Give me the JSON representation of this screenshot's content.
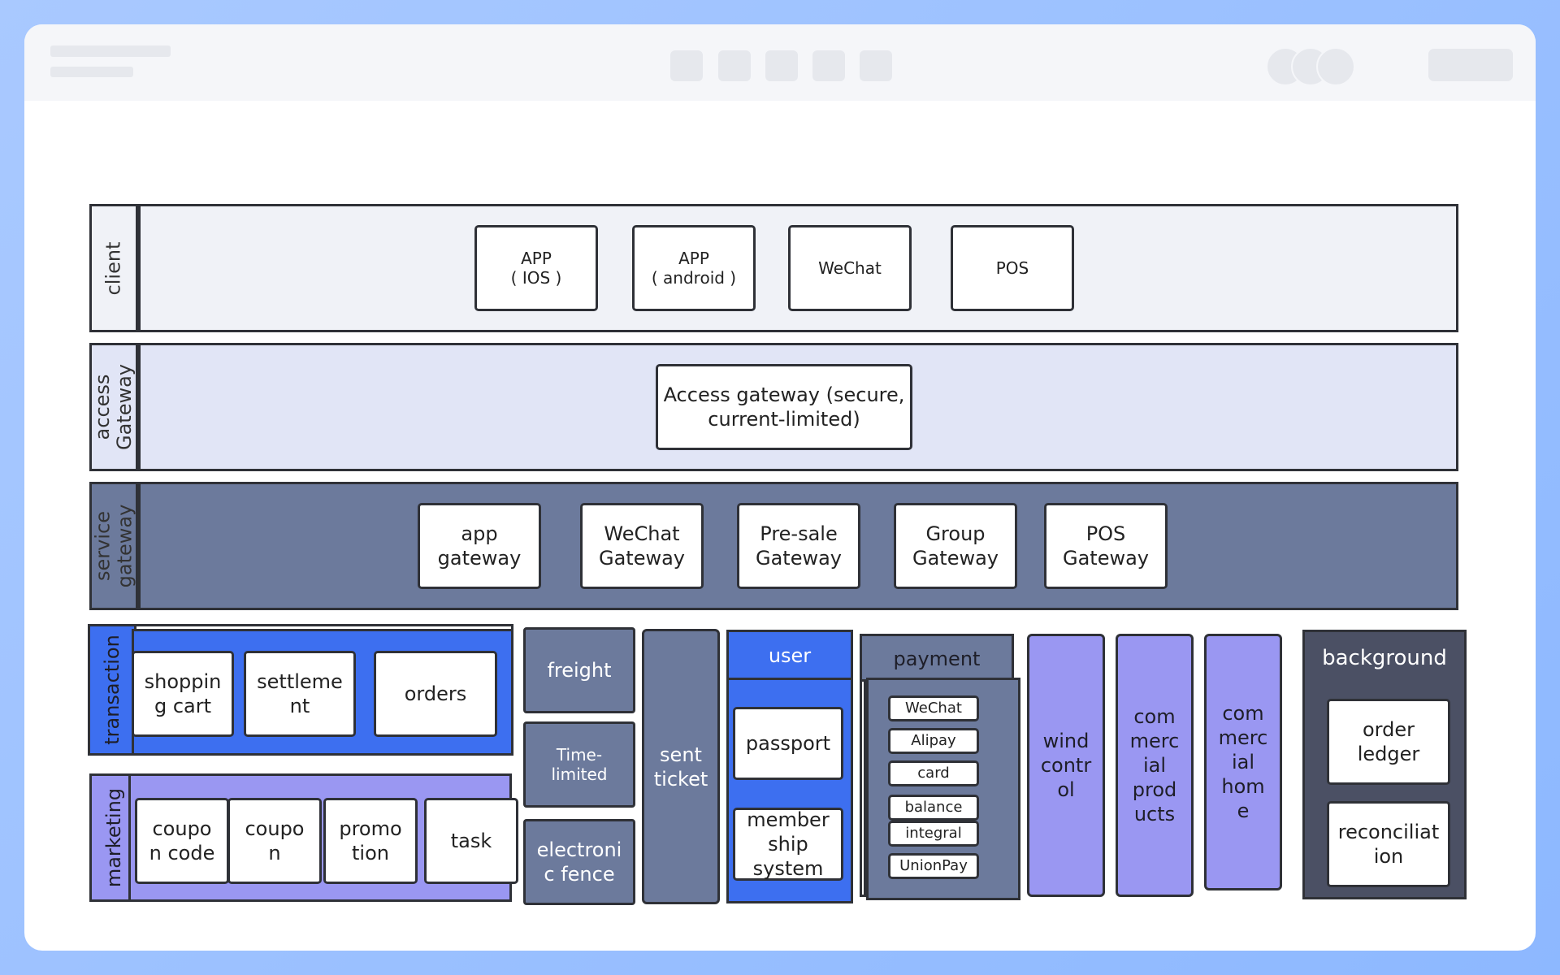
{
  "colors": {
    "frame": "#8db8ff",
    "client_lane": "#f0f2f7",
    "access_lane": "#e1e5f6",
    "service_lane": "#6c7a9c",
    "transaction": "#3d6ff0",
    "marketing": "#9a97f2",
    "slate": "#6c7a9c",
    "purple": "#9a97f2",
    "background_module": "#4b5064",
    "border": "#2f3137"
  },
  "lanes": {
    "client": {
      "label": "client",
      "items": [
        "APP\n( IOS )",
        "APP\n( android )",
        "WeChat",
        "POS"
      ]
    },
    "access": {
      "label": "access\nGateway",
      "items": [
        "Access gateway (secure,\ncurrent-limited)"
      ]
    },
    "service": {
      "label": "service\ngateway",
      "items": [
        "app\ngateway",
        "WeChat\nGateway",
        "Pre-sale\nGateway",
        "Group\nGateway",
        "POS\nGateway"
      ]
    }
  },
  "transaction": {
    "label": "transaction",
    "items": [
      "shoppin\ng cart",
      "settleme\nnt",
      "orders"
    ]
  },
  "marketing": {
    "label": "marketing",
    "items": [
      "coupo\nn code",
      "coupo\nn",
      "promo\ntion",
      "task"
    ]
  },
  "modules": {
    "freight": "freight",
    "time_limited": "Time-\nlimited",
    "electronic_fence": "electroni\nc fence",
    "sent_ticket": "sent\nticket",
    "user": {
      "title": "user",
      "items": [
        "passport",
        "member\nship\nsystem"
      ]
    },
    "payment": {
      "title": "payment",
      "items": [
        "WeChat",
        "Alipay",
        "card",
        "balance",
        "integral",
        "UnionPay"
      ]
    },
    "wind_control": "wind\ncontr\nol",
    "commercial_products": "com\nmerc\nial\nprod\nucts",
    "commercial_home": "com\nmerc\nial\nhom\ne",
    "background": {
      "title": "background",
      "items": [
        "order\nledger",
        "reconciliat\nion"
      ]
    }
  }
}
